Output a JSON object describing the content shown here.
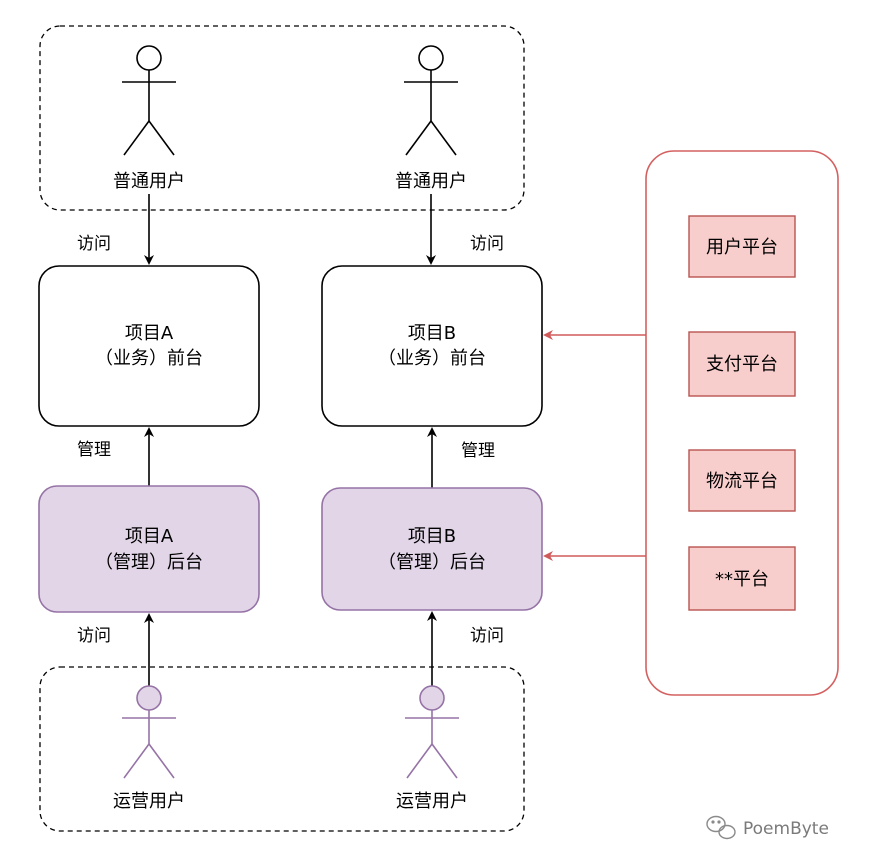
{
  "users": {
    "normal_label": "普通用户",
    "ops_label": "运营用户"
  },
  "edges": {
    "visit": "访问",
    "manage": "管理"
  },
  "projects": {
    "a_front": {
      "line1": "项目A",
      "line2": "（业务）前台"
    },
    "b_front": {
      "line1": "项目B",
      "line2": "（业务）前台"
    },
    "a_back": {
      "line1": "项目A",
      "line2": "（管理）后台"
    },
    "b_back": {
      "line1": "项目B",
      "line2": "（管理）后台"
    }
  },
  "platforms": [
    {
      "label": "用户平台"
    },
    {
      "label": "支付平台"
    },
    {
      "label": "物流平台"
    },
    {
      "label": "**平台"
    }
  ],
  "watermark": {
    "text": "PoemByte",
    "icon": "wechat-icon"
  },
  "colors": {
    "backend_fill": "#e1d5e7",
    "backend_stroke": "#9673a6",
    "platform_fill": "#f8cecc",
    "platform_stroke": "#b85450",
    "group_stroke": "#d46060",
    "red_arrow": "#d05a5a",
    "black": "#000000"
  }
}
